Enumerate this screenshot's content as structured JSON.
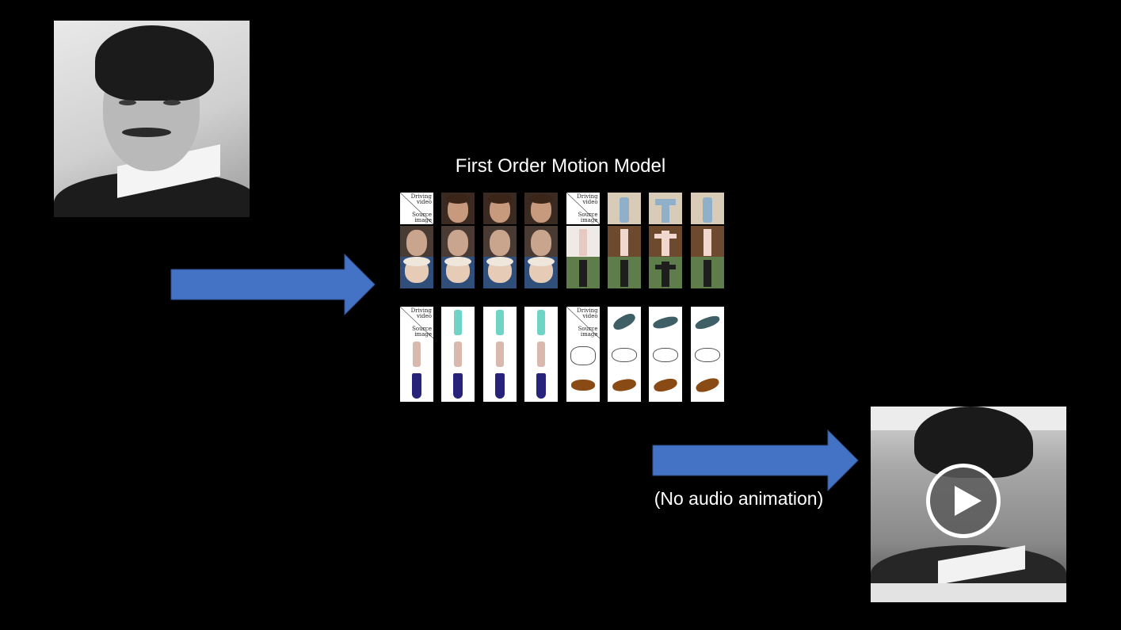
{
  "slide": {
    "background": "#000000",
    "accent_arrow_color": "#4472C4"
  },
  "source_image": {
    "icon": "portrait-photo"
  },
  "model": {
    "title": "First Order Motion Model",
    "grid_corner": {
      "driving_label": "Driving video",
      "source_label": "Source image"
    },
    "grids": [
      {
        "name": "faces-and-taichi",
        "icon": "face-and-person-thumbnails"
      },
      {
        "name": "fashion-and-animals",
        "icon": "dress-and-horse-thumbnails"
      }
    ]
  },
  "output": {
    "icon": "play-icon",
    "caption": "(No audio animation)"
  }
}
